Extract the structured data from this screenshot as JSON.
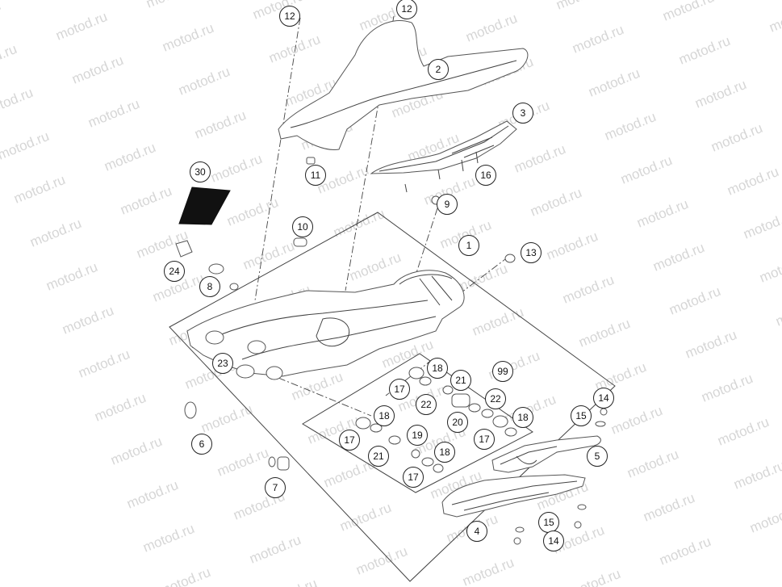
{
  "watermark_text": "motod.ru",
  "callouts": [
    {
      "part": "12",
      "label": "12"
    },
    {
      "part": "12",
      "label": "12"
    },
    {
      "part": "2",
      "label": "2"
    },
    {
      "part": "3",
      "label": "3"
    },
    {
      "part": "16",
      "label": "16"
    },
    {
      "part": "11",
      "label": "11"
    },
    {
      "part": "30",
      "label": "30"
    },
    {
      "part": "9",
      "label": "9"
    },
    {
      "part": "10",
      "label": "10"
    },
    {
      "part": "1",
      "label": "1"
    },
    {
      "part": "13",
      "label": "13"
    },
    {
      "part": "24",
      "label": "24"
    },
    {
      "part": "8",
      "label": "8"
    },
    {
      "part": "23",
      "label": "23"
    },
    {
      "part": "99",
      "label": "99"
    },
    {
      "part": "18",
      "label": "18"
    },
    {
      "part": "17",
      "label": "17"
    },
    {
      "part": "21",
      "label": "21"
    },
    {
      "part": "22",
      "label": "22"
    },
    {
      "part": "22",
      "label": "22"
    },
    {
      "part": "14",
      "label": "14"
    },
    {
      "part": "15",
      "label": "15"
    },
    {
      "part": "17",
      "label": "17"
    },
    {
      "part": "18",
      "label": "18"
    },
    {
      "part": "20",
      "label": "20"
    },
    {
      "part": "18",
      "label": "18"
    },
    {
      "part": "17",
      "label": "17"
    },
    {
      "part": "19",
      "label": "19"
    },
    {
      "part": "6",
      "label": "6"
    },
    {
      "part": "5",
      "label": "5"
    },
    {
      "part": "21",
      "label": "21"
    },
    {
      "part": "18",
      "label": "18"
    },
    {
      "part": "17",
      "label": "17"
    },
    {
      "part": "7",
      "label": "7"
    },
    {
      "part": "15",
      "label": "15"
    },
    {
      "part": "4",
      "label": "4"
    },
    {
      "part": "14",
      "label": "14"
    }
  ]
}
